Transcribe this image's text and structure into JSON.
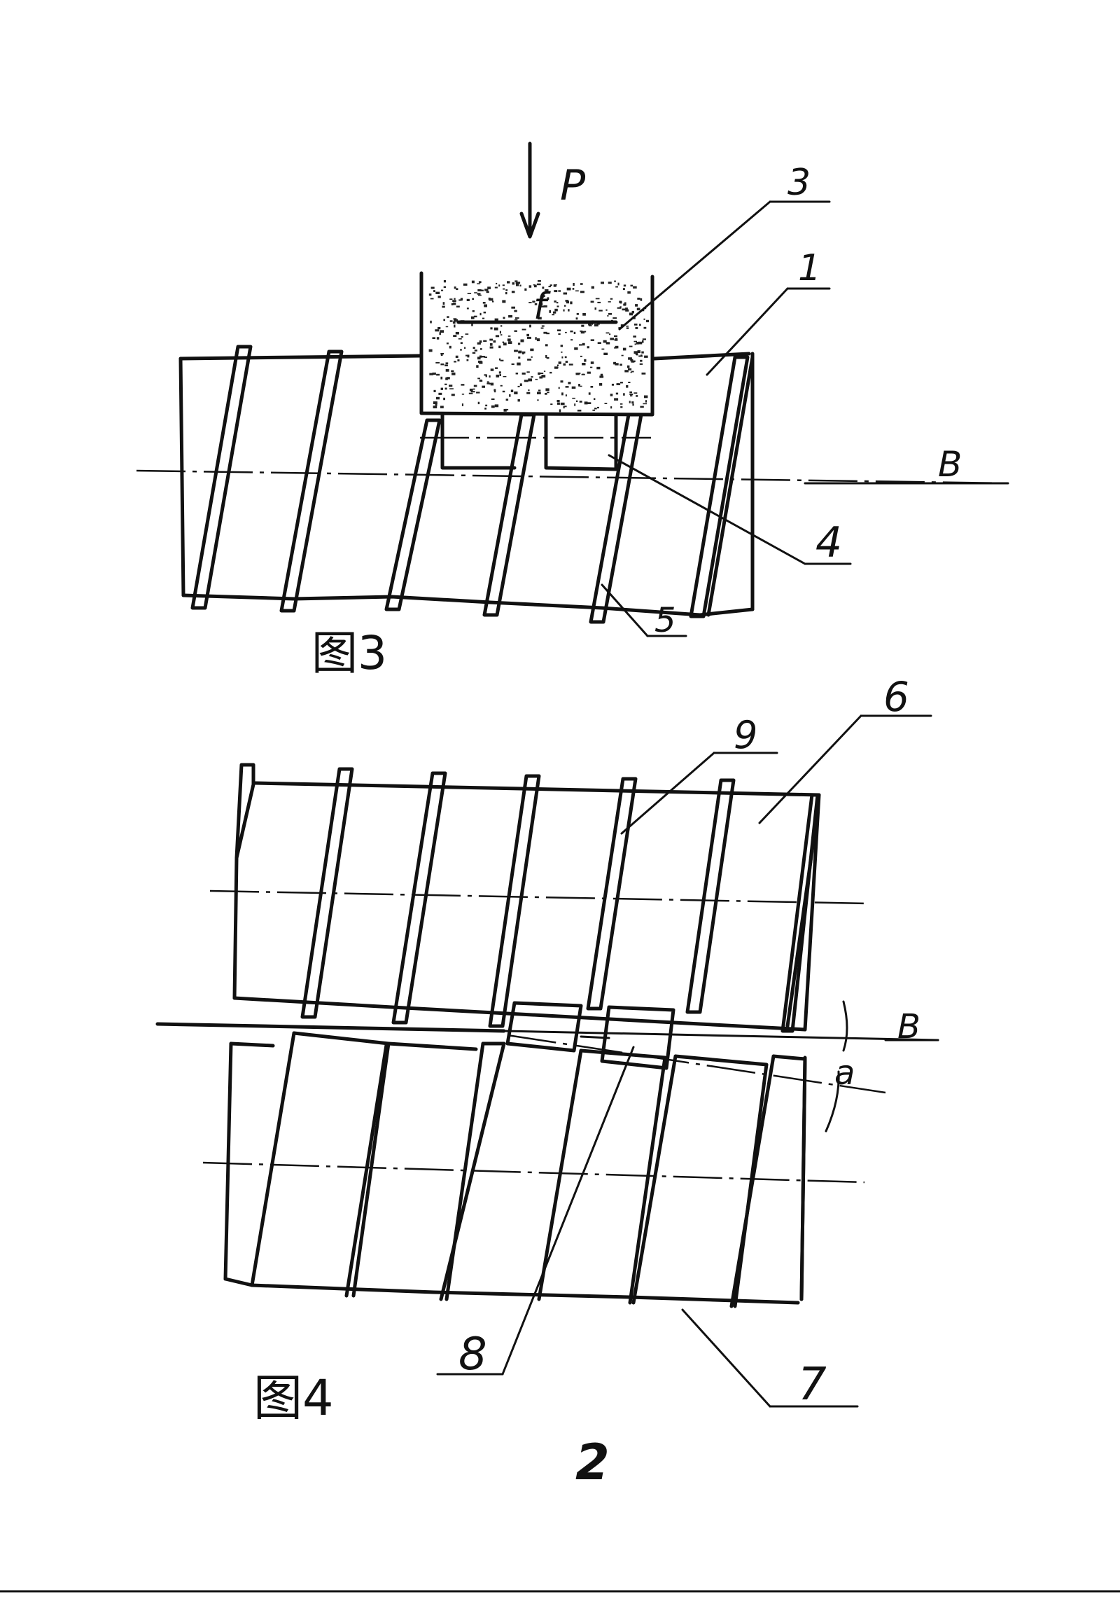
{
  "figures": [
    {
      "caption": "图3",
      "labels": {
        "force": "P",
        "friction": "f",
        "abrasive_block": "3",
        "upper_screw": "1",
        "axis": "B",
        "insert": "4",
        "thread": "5"
      }
    },
    {
      "caption": "图4",
      "labels": {
        "upper_screw": "6",
        "thread": "9",
        "axis": "B",
        "angle": "a",
        "contact": "8",
        "lower_screw": "7"
      }
    }
  ],
  "page_number": "2",
  "colors": {
    "ink": "#111111",
    "paper": "#ffffff",
    "stipple": "#222222"
  }
}
